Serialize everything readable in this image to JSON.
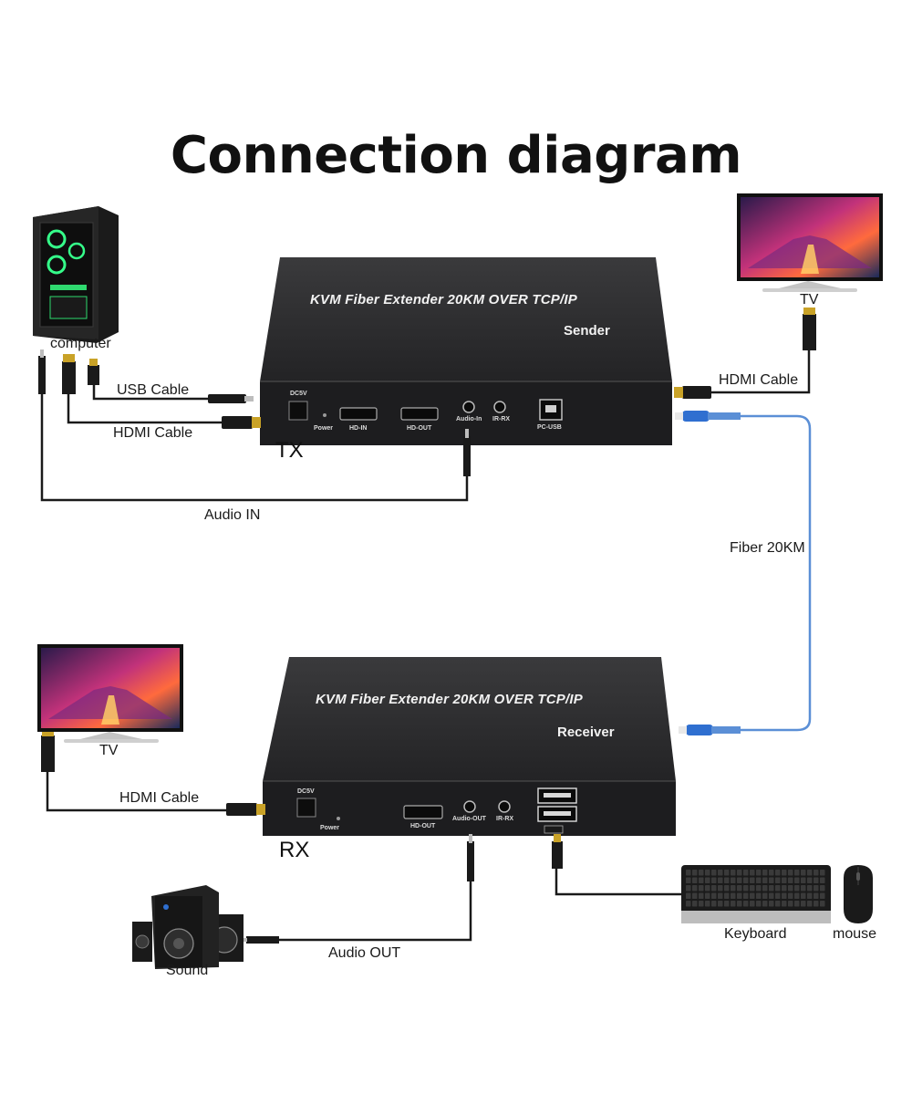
{
  "title": "Connection diagram",
  "sender": {
    "product": "KVM Fiber Extender 20KM OVER TCP/IP",
    "role": "Sender",
    "side": "TX",
    "ports": {
      "dc": "DC5V",
      "power": "Power",
      "hd_in": "HD-IN",
      "hd_out": "HD-OUT",
      "audio": "Audio-In",
      "ir": "IR-RX",
      "usb": "PC-USB"
    }
  },
  "receiver": {
    "product": "KVM Fiber Extender 20KM OVER TCP/IP",
    "role": "Receiver",
    "side": "RX",
    "ports": {
      "dc": "DC5V",
      "power": "Power",
      "hd_out": "HD-OUT",
      "audio": "Audio-OUT",
      "ir": "IR-RX"
    }
  },
  "devices": {
    "computer": "computer",
    "tv_top": "TV",
    "tv_bottom": "TV",
    "sound": "Sound",
    "keyboard": "Keyboard",
    "mouse": "mouse"
  },
  "cables": {
    "usb": "USB Cable",
    "hdmi_tx_in": "HDMI Cable",
    "hdmi_tx_out": "HDMI Cable",
    "audio_in": "Audio IN",
    "fiber": "Fiber 20KM",
    "hdmi_rx_out": "HDMI Cable",
    "audio_out": "Audio OUT"
  },
  "colors": {
    "cable": "#1a1a1a",
    "fiber": "#5b8fd6",
    "fiber_connector": "#2f6fd0",
    "box": "#2b2b2d",
    "hdmi_tip": "#c9a227"
  }
}
